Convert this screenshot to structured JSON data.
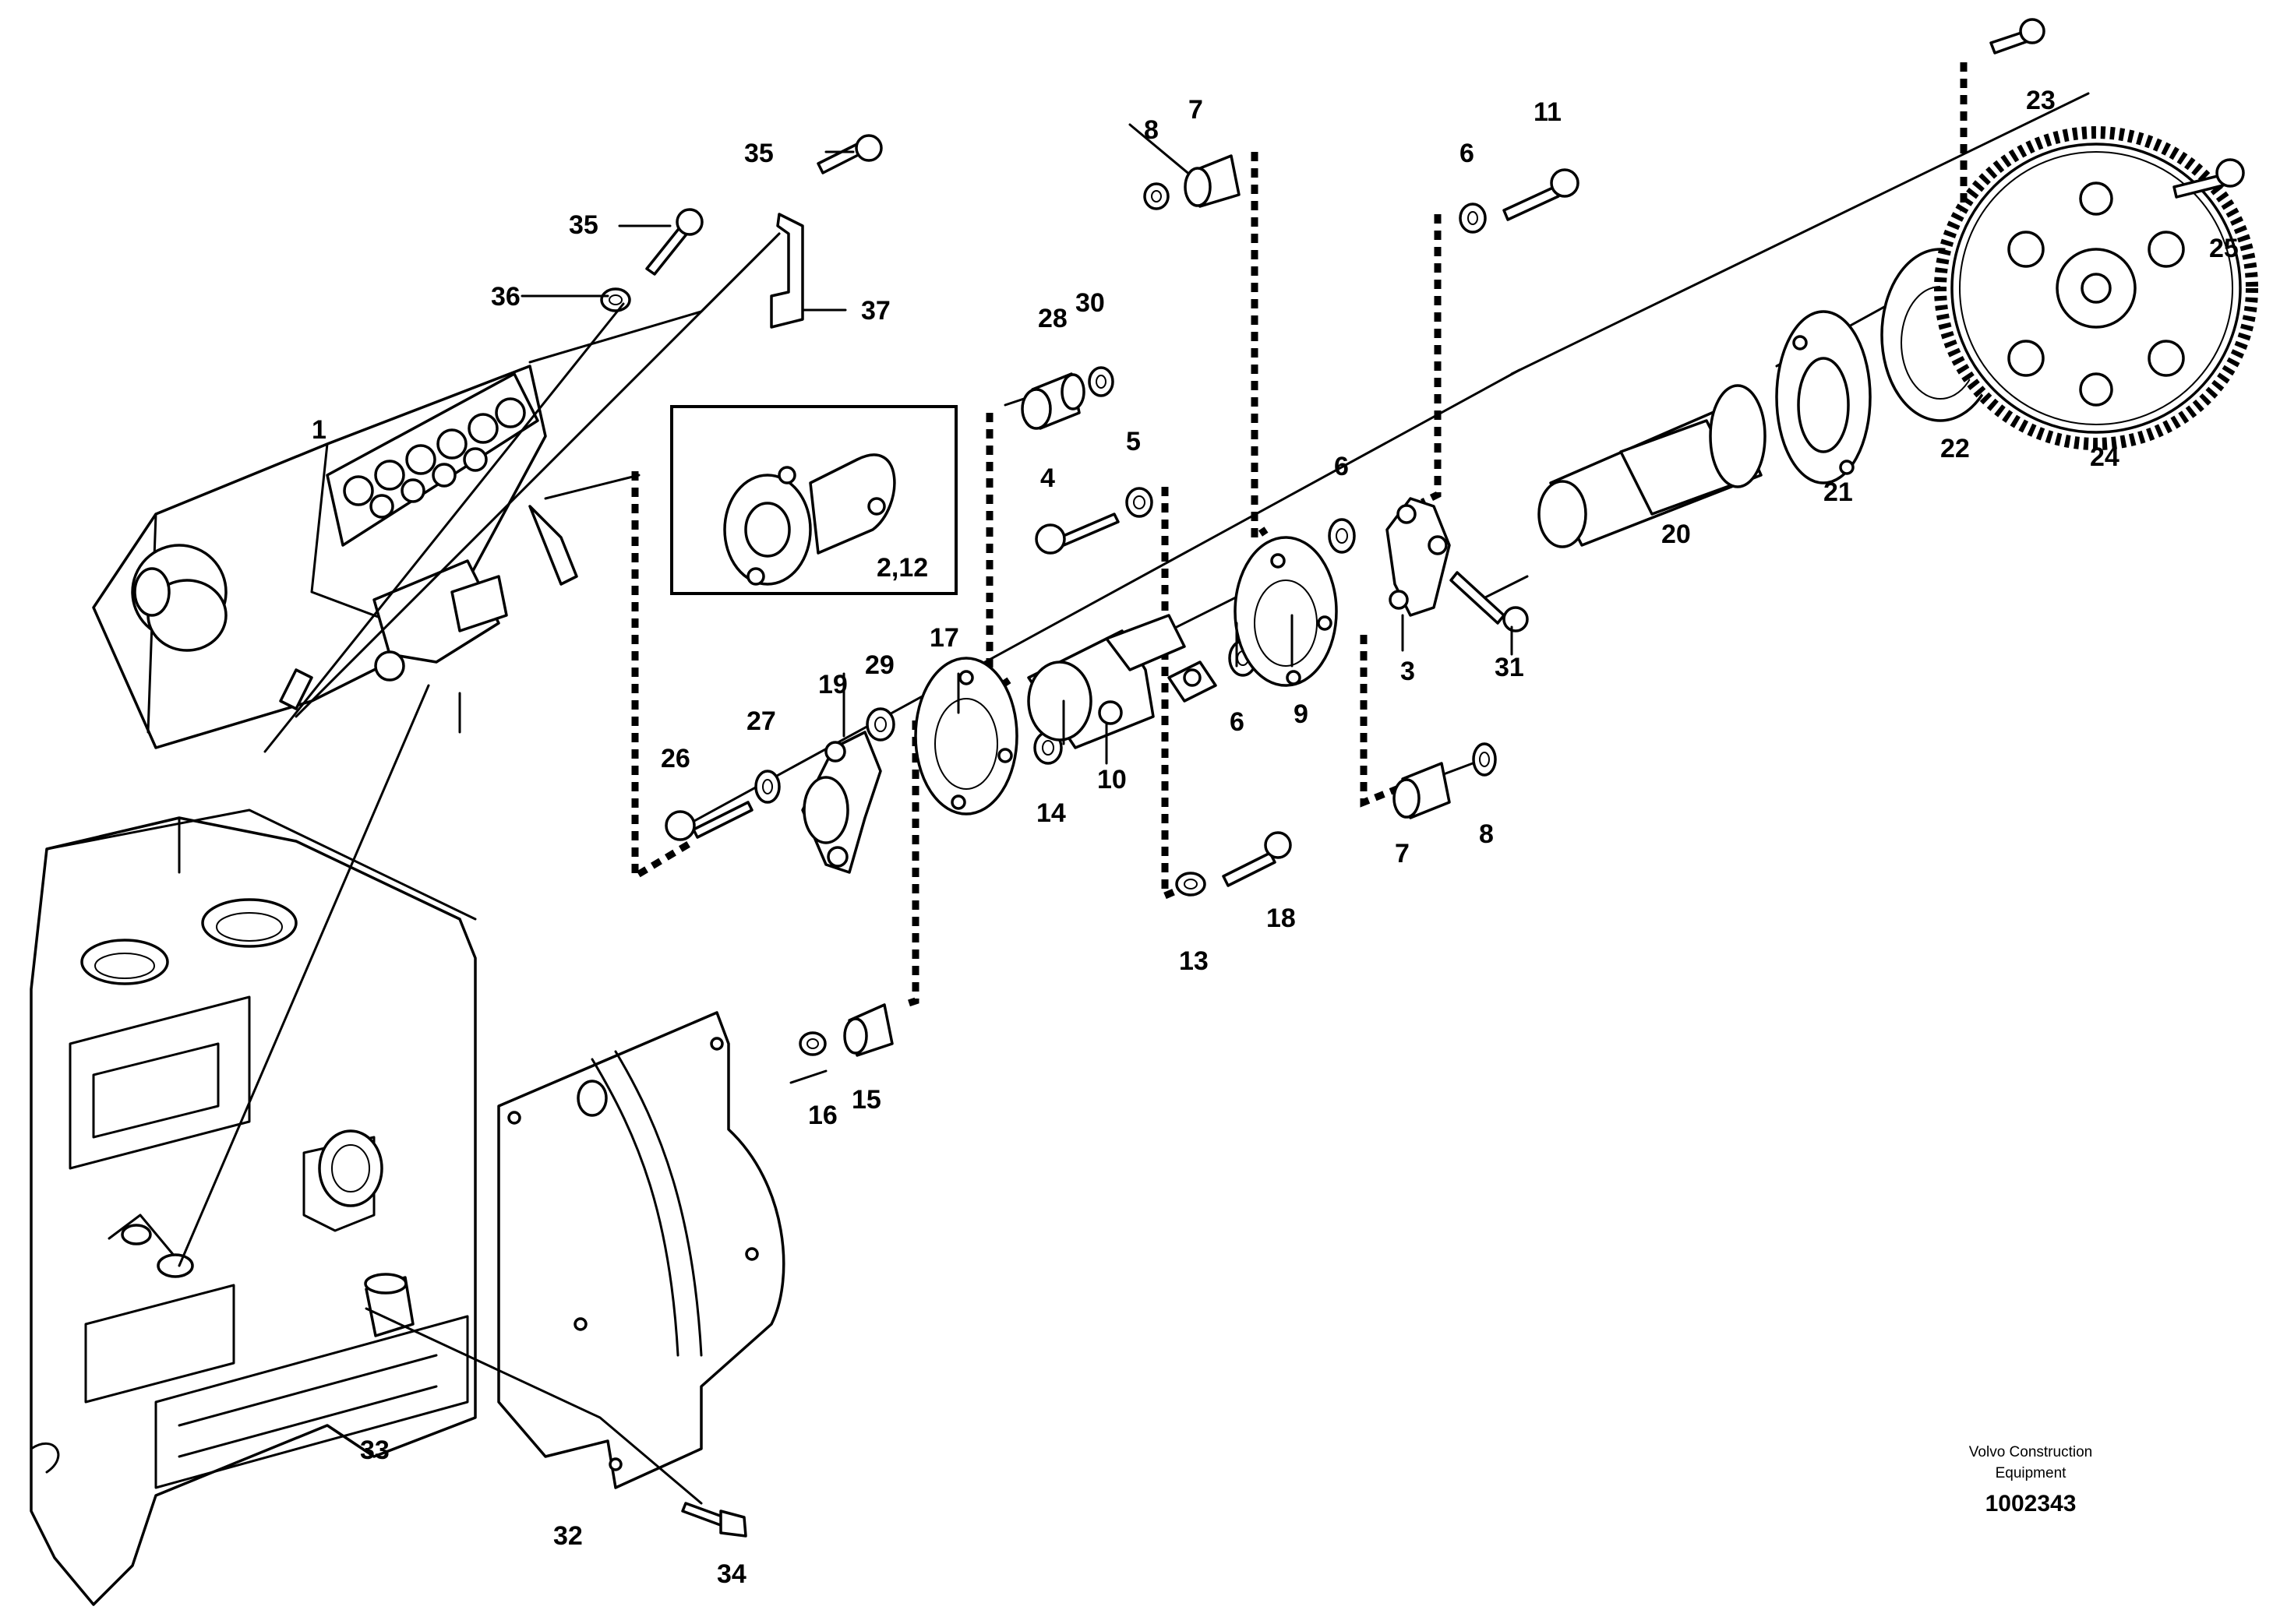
{
  "diagram": {
    "callouts": [
      "1",
      "2,12",
      "3",
      "4",
      "5",
      "6",
      "7",
      "8",
      "9",
      "10",
      "11",
      "13",
      "14",
      "15",
      "16",
      "17",
      "18",
      "19",
      "20",
      "21",
      "22",
      "23",
      "24",
      "25",
      "26",
      "27",
      "28",
      "29",
      "30",
      "31",
      "32",
      "33",
      "34",
      "35",
      "36",
      "37"
    ],
    "labels": {
      "l1": "1",
      "l212": "2,12",
      "l3": "3",
      "l4": "4",
      "l5": "5",
      "l6a": "6",
      "l6b": "6",
      "l6c": "6",
      "l7a": "7",
      "l7b": "7",
      "l8a": "8",
      "l8b": "8",
      "l9": "9",
      "l10": "10",
      "l11": "11",
      "l13": "13",
      "l14": "14",
      "l15": "15",
      "l16": "16",
      "l17": "17",
      "l18": "18",
      "l19": "19",
      "l20": "20",
      "l21": "21",
      "l22": "22",
      "l23": "23",
      "l24": "24",
      "l25": "25",
      "l26": "26",
      "l27": "27",
      "l28": "28",
      "l29": "29",
      "l30": "30",
      "l31": "31",
      "l32": "32",
      "l33": "33",
      "l34": "34",
      "l35a": "35",
      "l35b": "35",
      "l36": "36",
      "l37": "37"
    },
    "credit_line1": "Volvo Construction",
    "credit_line2": "Equipment",
    "doc_number": "1002343"
  }
}
